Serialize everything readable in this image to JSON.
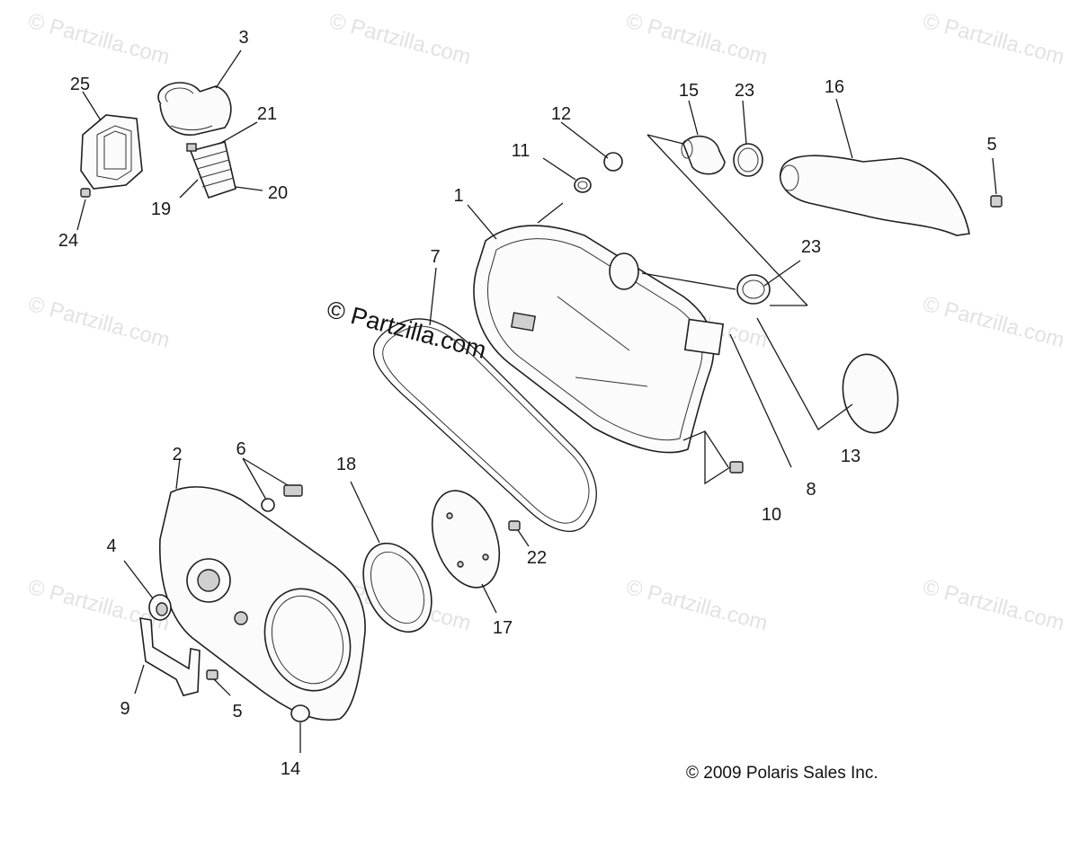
{
  "diagram": {
    "watermark_text": "© Partzilla.com",
    "center_watermark_text": "© Partzilla.com",
    "copyright": "© 2009 Polaris Sales Inc.",
    "callouts": [
      {
        "id": "1",
        "text": "1"
      },
      {
        "id": "2",
        "text": "2"
      },
      {
        "id": "3",
        "text": "3"
      },
      {
        "id": "4",
        "text": "4"
      },
      {
        "id": "5a",
        "text": "5"
      },
      {
        "id": "5b",
        "text": "5"
      },
      {
        "id": "6",
        "text": "6"
      },
      {
        "id": "7",
        "text": "7"
      },
      {
        "id": "8",
        "text": "8"
      },
      {
        "id": "9",
        "text": "9"
      },
      {
        "id": "10",
        "text": "10"
      },
      {
        "id": "11",
        "text": "11"
      },
      {
        "id": "12",
        "text": "12"
      },
      {
        "id": "13",
        "text": "13"
      },
      {
        "id": "14",
        "text": "14"
      },
      {
        "id": "15",
        "text": "15"
      },
      {
        "id": "16",
        "text": "16"
      },
      {
        "id": "17",
        "text": "17"
      },
      {
        "id": "18",
        "text": "18"
      },
      {
        "id": "19",
        "text": "19"
      },
      {
        "id": "20",
        "text": "20"
      },
      {
        "id": "21",
        "text": "21"
      },
      {
        "id": "22",
        "text": "22"
      },
      {
        "id": "23a",
        "text": "23"
      },
      {
        "id": "23b",
        "text": "23"
      },
      {
        "id": "24",
        "text": "24"
      },
      {
        "id": "25",
        "text": "25"
      }
    ]
  }
}
